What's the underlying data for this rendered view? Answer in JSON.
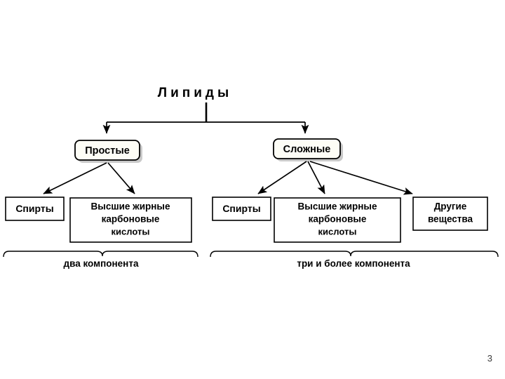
{
  "slide": {
    "page_number": "3",
    "background_color": "#ffffff",
    "line_color": "#000000"
  },
  "diagram": {
    "type": "hierarchy-flowchart",
    "title": "Липиды",
    "level1": [
      {
        "label": "Простые",
        "style": "rounded-shadow"
      },
      {
        "label": "Сложные",
        "style": "rounded-shadow"
      }
    ],
    "branches": [
      {
        "parent": "Простые",
        "children": [
          {
            "lines": [
              "Спирты"
            ]
          },
          {
            "lines": [
              "Высшие жирные",
              "карбоновые",
              "кислоты"
            ]
          }
        ],
        "brace_label": "два компонента"
      },
      {
        "parent": "Сложные",
        "children": [
          {
            "lines": [
              "Спирты"
            ]
          },
          {
            "lines": [
              "Высшие жирные",
              "карбоновые",
              "кислоты"
            ]
          },
          {
            "lines": [
              "Другие",
              "вещества"
            ]
          }
        ],
        "brace_label": "три и более компонента"
      }
    ]
  }
}
